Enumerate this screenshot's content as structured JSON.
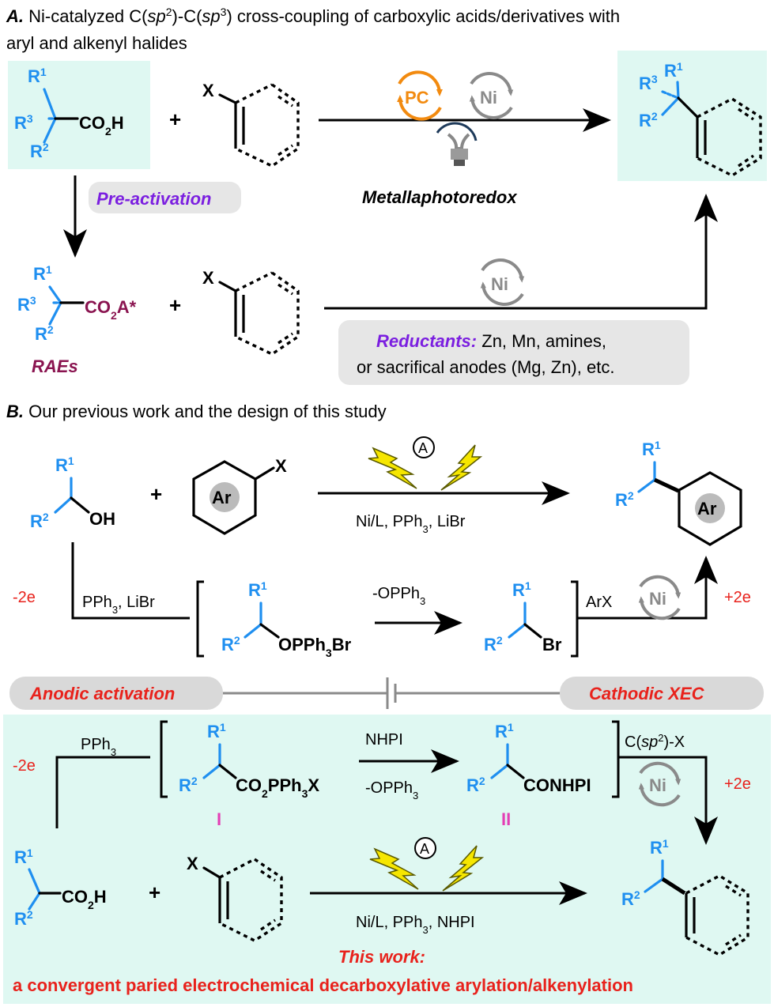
{
  "sectionA": {
    "label": "A.",
    "title_line1": "Ni-catalyzed C(sp2)-C(sp3) cross-coupling of carboxylic acids/derivatives with",
    "title_line2": "aryl and alkenyl halides",
    "pre_activation": "Pre-activation",
    "metallaphotoredox": "Metallaphotoredox",
    "pc": "PC",
    "ni": "Ni",
    "raes": "RAEs",
    "reductants_label": "Reductants:",
    "reductants_text1": "Zn, Mn, amines,",
    "reductants_text2": "or sacrifical anodes (Mg, Zn), etc.",
    "co2h": "CO2H",
    "co2a": "CO2A*",
    "x": "X"
  },
  "sectionB": {
    "label": "B.",
    "title": "Our previous work and the design of this study",
    "oh": "OH",
    "ar": "Ar",
    "cond_top": "Ni/L, PPh3, LiBr",
    "minus2e": "-2e",
    "plus2e": "+2e",
    "pph3_libr": "PPh3, LiBr",
    "opph3br": "OPPh3Br",
    "minus_opph3": "-OPPh3",
    "br": "Br",
    "arx": "ArX",
    "anodic": "Anodic activation",
    "cathodic": "Cathodic XEC",
    "pph3": "PPh3",
    "co2pph3x": "CO2PPh3X",
    "nhpi": "NHPI",
    "conhpi": "CONHPI",
    "csp2x": "C(sp2)-X",
    "roman1": "I",
    "roman2": "II",
    "cond_bottom": "Ni/L, PPh3, NHPI",
    "this_work": "This work:",
    "this_work_desc": "a convergent paried electrochemical decarboxylative arylation/alkenylation",
    "anode": "A"
  },
  "colors": {
    "blue": "#1f8ff0",
    "red": "#e8221c",
    "purple": "#7b1fe0",
    "maroon": "#8a1450",
    "pink": "#e33fb5",
    "teal_bg": "#dff8f2",
    "grey_bg": "#e6e6e6",
    "orange": "#f28a0f",
    "yellow": "#f6e600"
  }
}
